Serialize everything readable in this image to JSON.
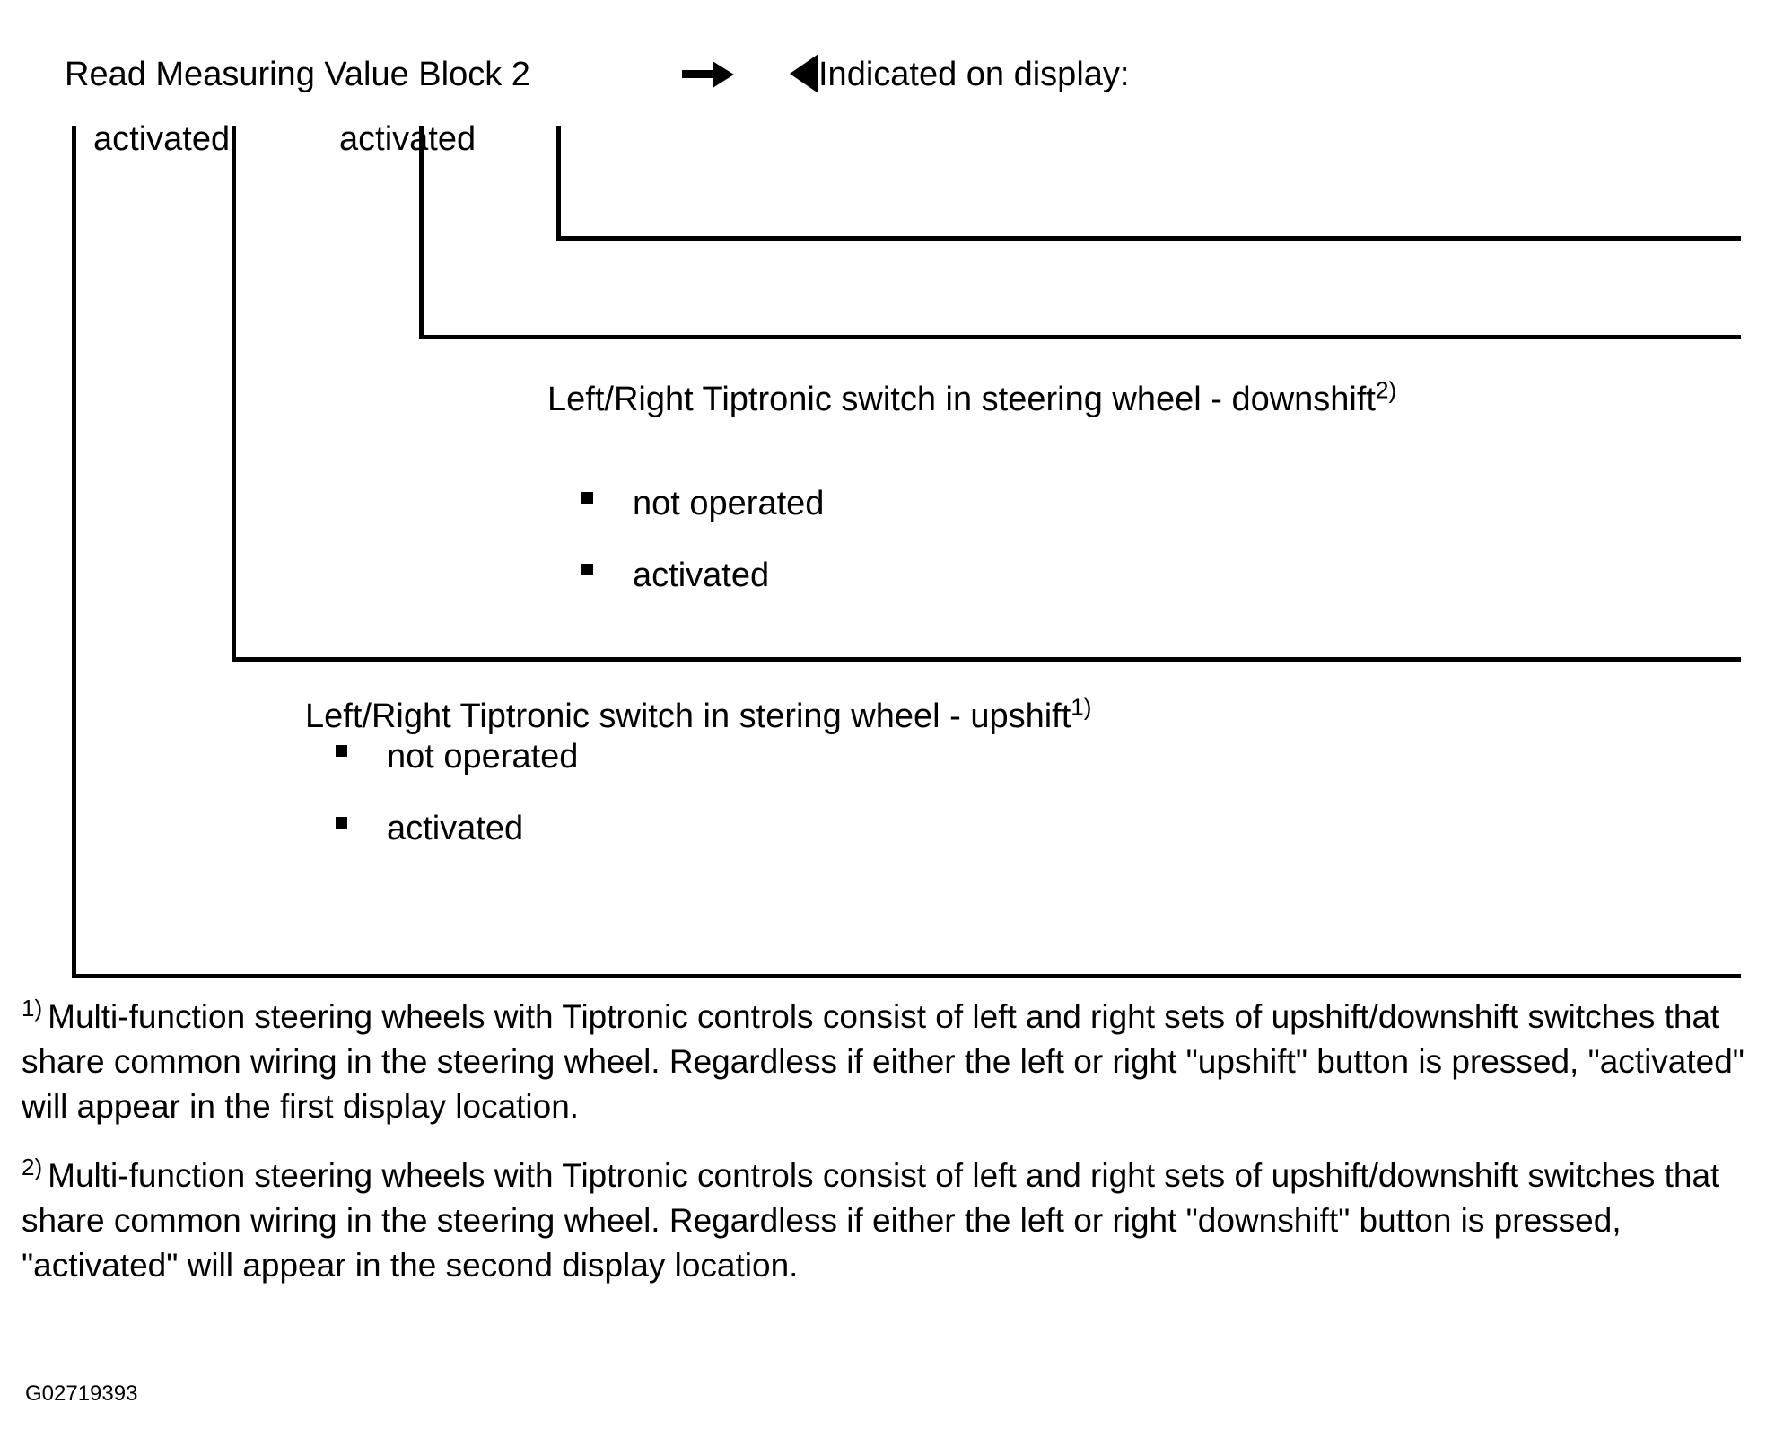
{
  "header": {
    "title": "Read Measuring Value Block 2",
    "arrow_icon": "right-arrow-icon",
    "pointer_icon": "left-triangle-icon",
    "display_label": "Indicated on display:"
  },
  "display_values": [
    {
      "label": "activated"
    },
    {
      "label": "activated"
    }
  ],
  "sections": [
    {
      "id": "downshift",
      "heading": "Left/Right Tiptronic switch in steering wheel - downshift",
      "footnote_marker": "2)",
      "options": [
        {
          "label": "not operated"
        },
        {
          "label": "activated"
        }
      ]
    },
    {
      "id": "upshift",
      "heading": "Left/Right Tiptronic switch in stering wheel - upshift",
      "footnote_marker": "1)",
      "options": [
        {
          "label": "not operated"
        },
        {
          "label": "activated"
        }
      ]
    }
  ],
  "footnotes": [
    {
      "marker": "1)",
      "text": "Multi-function steering wheels with Tiptronic controls consist of left and right sets of upshift/downshift switches that share common wiring in the steering wheel. Regardless if either the left or right \"upshift\" button is pressed, \"activated\" will appear in the first display location."
    },
    {
      "marker": "2)",
      "text": "Multi-function steering wheels with Tiptronic controls consist of left and right sets of upshift/downshift switches that share common wiring in the steering wheel. Regardless if either the left or right \"downshift\" button is pressed, \"activated\" will appear in the second display location."
    }
  ],
  "image_code": "G02719393",
  "colors": {
    "ink": "#000000",
    "background": "#ffffff"
  }
}
